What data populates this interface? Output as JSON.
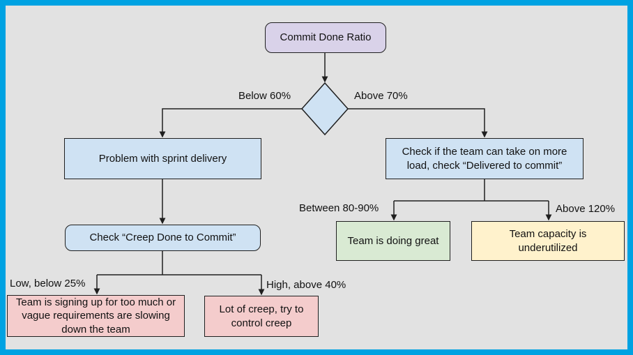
{
  "canvas": {
    "border_color": "#00A2E2",
    "background_color": "#E2E2E2",
    "line_color": "#1F1F1F"
  },
  "colors": {
    "start_fill": "#D9D2E9",
    "process_fill": "#CFE2F3",
    "decision_fill": "#CFE2F3",
    "warning_fill": "#F4CCCC",
    "success_fill": "#D9EAD3",
    "caution_fill": "#FFF2CC"
  },
  "nodes": {
    "start": {
      "label": "Commit Done Ratio"
    },
    "problem": {
      "label": "Problem with sprint delivery"
    },
    "take_more": {
      "label": "Check if the team can take on more load, check “Delivered to commit”"
    },
    "check_creep": {
      "label": "Check “Creep Done to Commit”"
    },
    "too_much": {
      "label": "Team is signing up for too much or vague requirements are slowing down the team"
    },
    "lot_creep": {
      "label": "Lot of creep, try to control creep"
    },
    "doing_great": {
      "label": "Team is doing great"
    },
    "underutilized": {
      "label": "Team capacity is underutilized"
    }
  },
  "edge_labels": {
    "below_60": "Below 60%",
    "above_70": "Above 70%",
    "low_25": "Low, below 25%",
    "high_40": "High, above 40%",
    "between_80_90": "Between 80-90%",
    "above_120": "Above 120%"
  }
}
